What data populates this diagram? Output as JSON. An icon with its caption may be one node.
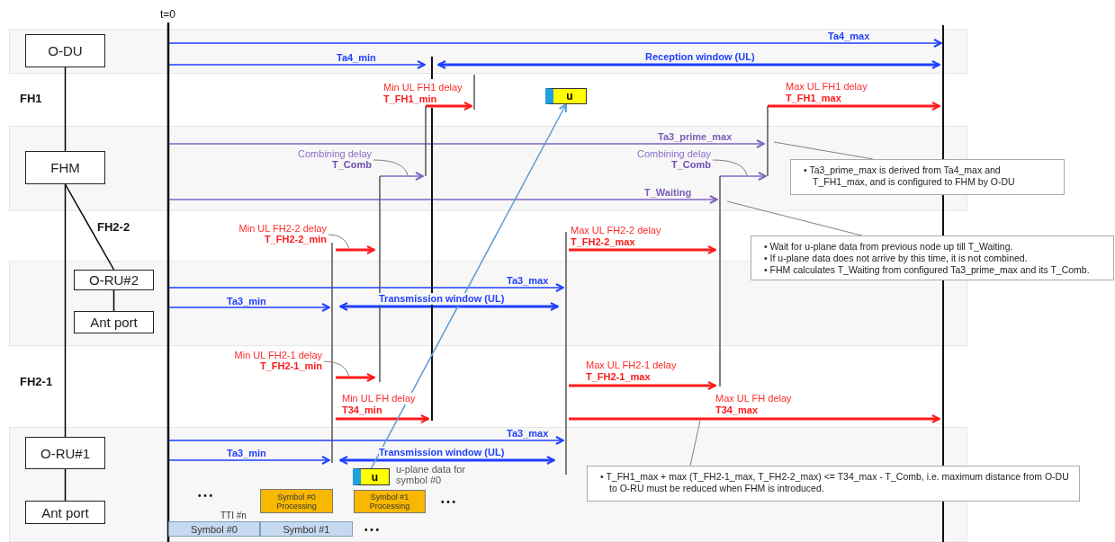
{
  "diagram": {
    "nodes": [
      {
        "text": [
          "O-DU"
        ]
      },
      {
        "text": [
          "FHM"
        ]
      },
      {
        "text": [
          "O-RU#2"
        ]
      },
      {
        "text": [
          "Ant port"
        ]
      },
      {
        "text": [
          "O-RU#1"
        ]
      },
      {
        "text": [
          "Ant port"
        ]
      },
      {
        "text": [
          "u"
        ]
      },
      {
        "text": [
          "Combining delay",
          "T_Comb"
        ]
      },
      {
        "text": [
          "Combining delay",
          "T_Comb"
        ]
      },
      {
        "text": [
          "• Ta3_prime_max is derived from Ta4_max and T_FH1_max, and is configured to FHM by O-DU"
        ]
      },
      {
        "text": [
          "Min UL FH2-2 delay",
          "T_FH2-2_min"
        ]
      },
      {
        "text": [
          "• Wait for u-plane data from previous node up till T_Waiting.",
          "• If u-plane data does not arrive by this time, it is not combined.",
          "• FHM calculates T_Waiting from configured Ta3_prime_max and its T_Comb."
        ]
      },
      {
        "text": [
          "Min UL FH2-1 delay",
          "T_FH2-1_min"
        ]
      },
      {
        "text": [
          "• T_FH1_max + max (T_FH2-1_max, T_FH2-2_max) <= T34_max - T_Comb, i.e. maximum distance from O-DU to O-RU must be reduced when FHM is introduced."
        ]
      },
      {
        "text": [
          "u"
        ],
        "beside": [
          "u-plane data for symbol #0"
        ]
      },
      {
        "text": [
          "Symbol #0 Processing"
        ]
      },
      {
        "text": [
          "Symbol #1 Processing"
        ]
      },
      {
        "text": [
          "Symbol #0"
        ]
      },
      {
        "text": [
          "Symbol #1"
        ]
      }
    ],
    "edges": [
      {
        "from": 0,
        "to": 1,
        "arrow": "none",
        "label": "FH1",
        "color": "#000000"
      },
      {
        "from": 1,
        "to": 2,
        "arrow": "none",
        "label": "FH2-2",
        "color": "#000000"
      },
      {
        "from": 2,
        "to": 3,
        "arrow": "none",
        "color": "#000000"
      },
      {
        "from": 1,
        "to": 4,
        "arrow": "none",
        "label": "FH2-1",
        "color": "#000000"
      },
      {
        "from": 4,
        "to": 5,
        "arrow": "none",
        "color": "#000000"
      },
      {
        "from": 14,
        "to": 6,
        "arrow": "to",
        "color": "#5b9bd5"
      },
      {
        "from": 7,
        "to": null,
        "arrow": "none"
      },
      {
        "from": 8,
        "to": null,
        "arrow": "none"
      },
      {
        "from": 10,
        "to": null,
        "arrow": "none"
      },
      {
        "from": 12,
        "to": null,
        "arrow": "none"
      },
      {
        "from": 9,
        "to": null,
        "arrow": "none"
      },
      {
        "from": 11,
        "to": null,
        "arrow": "none"
      },
      {
        "from": 13,
        "to": null,
        "arrow": "none"
      }
    ],
    "labels": [
      "t=0",
      "Ta4_max",
      "Ta4_min",
      "Reception window (UL)",
      "Min UL FH1 delay",
      "T_FH1_min",
      "Max UL FH1 delay",
      "T_FH1_max",
      "Ta3_prime_max",
      "T_Waiting",
      "Max UL FH2-2 delay",
      "T_FH2-2_max",
      "Ta3_max",
      "Ta3_min",
      "Transmission window (UL)",
      "Max UL FH2-1 delay",
      "T_FH2-1_max",
      "Min UL FH delay",
      "T34_min",
      "Max UL FH delay",
      "T34_max",
      "Ta3_max",
      "Ta3_min",
      "Transmission window (UL)",
      "• • •",
      "TTI #n",
      "• • •",
      "• • •"
    ]
  }
}
